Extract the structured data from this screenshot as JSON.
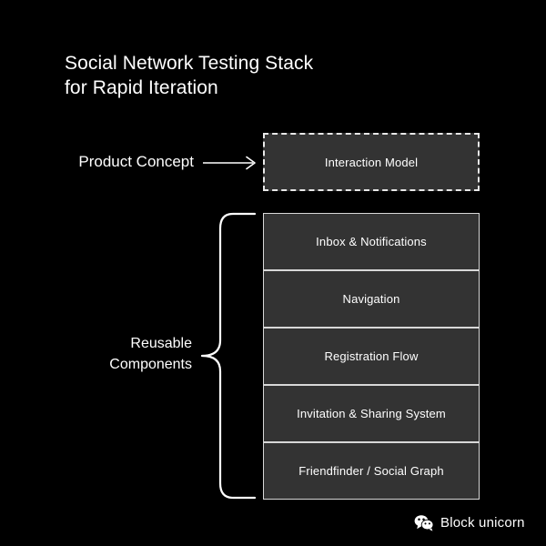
{
  "background_color": "#000000",
  "title": "Social Network Testing Stack\nfor Rapid Iteration",
  "labels": {
    "product_concept": "Product Concept",
    "reusable_components": "Reusable\nComponents"
  },
  "concept_box": {
    "text": "Interaction Model",
    "fill_color": "#333333",
    "border_color": "#e8e8e8",
    "border_style": "dashed"
  },
  "components": [
    {
      "label": "Inbox & Notifications"
    },
    {
      "label": "Navigation"
    },
    {
      "label": "Registration Flow"
    },
    {
      "label": "Invitation & Sharing System"
    },
    {
      "label": "Friendfinder / Social Graph"
    }
  ],
  "connectors": {
    "arrow_icon": "arrow-right-icon",
    "brace_icon": "curly-brace-left-icon"
  },
  "footer": {
    "icon": "wechat-icon",
    "text": "Block unicorn"
  },
  "colors": {
    "text": "#ffffff",
    "box_fill": "#333333",
    "box_border": "#d8d8d8"
  }
}
